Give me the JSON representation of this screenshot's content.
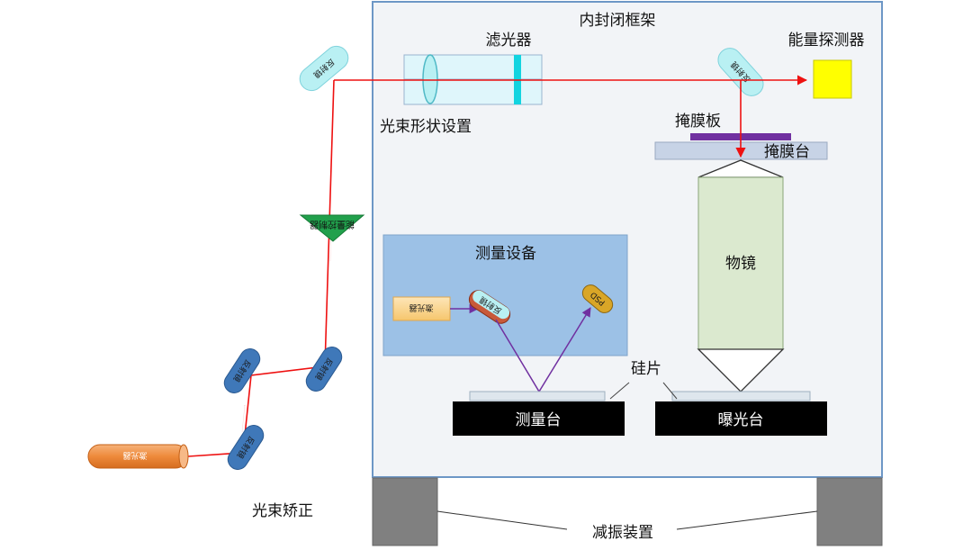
{
  "labels": {
    "inner_frame": "内封闭框架",
    "filter": "滤光器",
    "energy_detector": "能量探测器",
    "beam_shaping": "光束形状设置",
    "mask_plate": "掩膜板",
    "mask_stage": "掩膜台",
    "objective": "物镜",
    "measurement_device": "测量设备",
    "silicon_wafer": "硅片",
    "measure_stage": "测量台",
    "exposure_stage": "曝光台",
    "beam_correction": "光束矫正",
    "vibration_damping": "减振装置"
  },
  "components": {
    "laser_source": "激光器",
    "mirror_lower_1": "反射镜",
    "mirror_lower_2": "反射镜",
    "mirror_lower_3": "反射镜",
    "mirror_top_left": "反射镜",
    "mirror_top_right": "反射镜",
    "energy_controller": "能量控制器",
    "meas_laser": "激光器",
    "meas_mirror": "反射镜",
    "psd": "PSD"
  },
  "colors": {
    "beam": "#ee1111",
    "meas_beam": "#7030a0",
    "frame_border": "#6d97c6",
    "frame_fill": "#f2f4f7",
    "meas_box": "#9cc1e6",
    "mirror_blue": "#3f78b9",
    "mirror_cyan": "#b9f0f3",
    "laser_orange": "#ee8a3b",
    "objective_fill": "#dbe9cf",
    "detector_yellow": "#ffff00",
    "mask_purple": "#7030a0",
    "mask_stage_fill": "#c7d3e6",
    "stage_black": "#000000",
    "damper_gray": "#808080",
    "controller_green": "#21a04c"
  }
}
